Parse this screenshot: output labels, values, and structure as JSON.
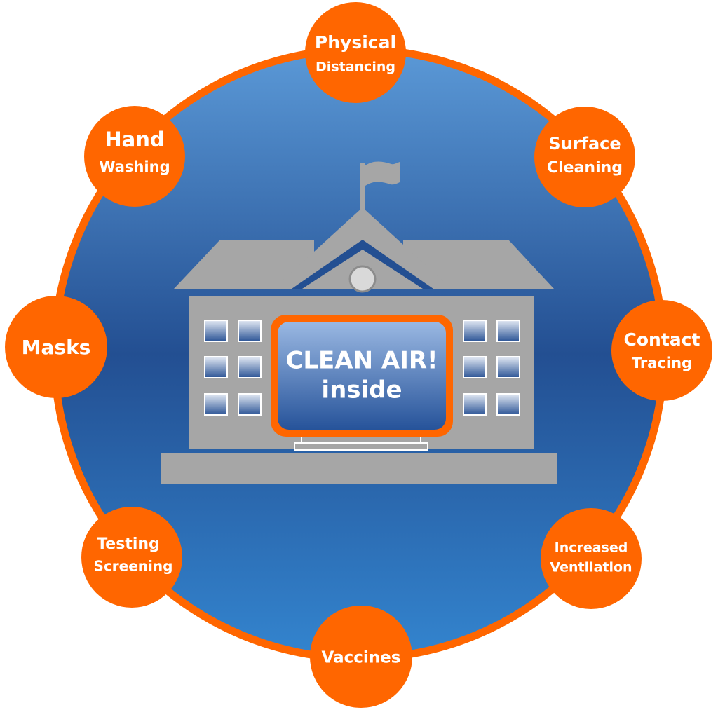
{
  "colors": {
    "accent_orange": "#FF6600",
    "deep_blue": "#234F92",
    "light_blue": "#5A96D2",
    "building_gray": "#A6A6A6",
    "white": "#FFFFFF"
  },
  "building": {
    "sign_line1": "CLEAN AIR!",
    "sign_line2": "inside"
  },
  "nodes": [
    {
      "id": "physical-distancing",
      "line1": "Physical",
      "line2": "Distancing"
    },
    {
      "id": "surface-cleaning",
      "line1": "Surface",
      "line2": "Cleaning"
    },
    {
      "id": "contact-tracing",
      "line1": "Contact",
      "line2": "Tracing"
    },
    {
      "id": "increased-ventilation",
      "line1": "Increased",
      "line2": "Ventilation"
    },
    {
      "id": "vaccines",
      "line1": "Vaccines",
      "line2": ""
    },
    {
      "id": "testing-screening",
      "line1": "Testing",
      "line2": "Screening"
    },
    {
      "id": "masks",
      "line1": "Masks",
      "line2": ""
    },
    {
      "id": "hand-washing",
      "line1": "Hand",
      "line2": "Washing"
    }
  ]
}
